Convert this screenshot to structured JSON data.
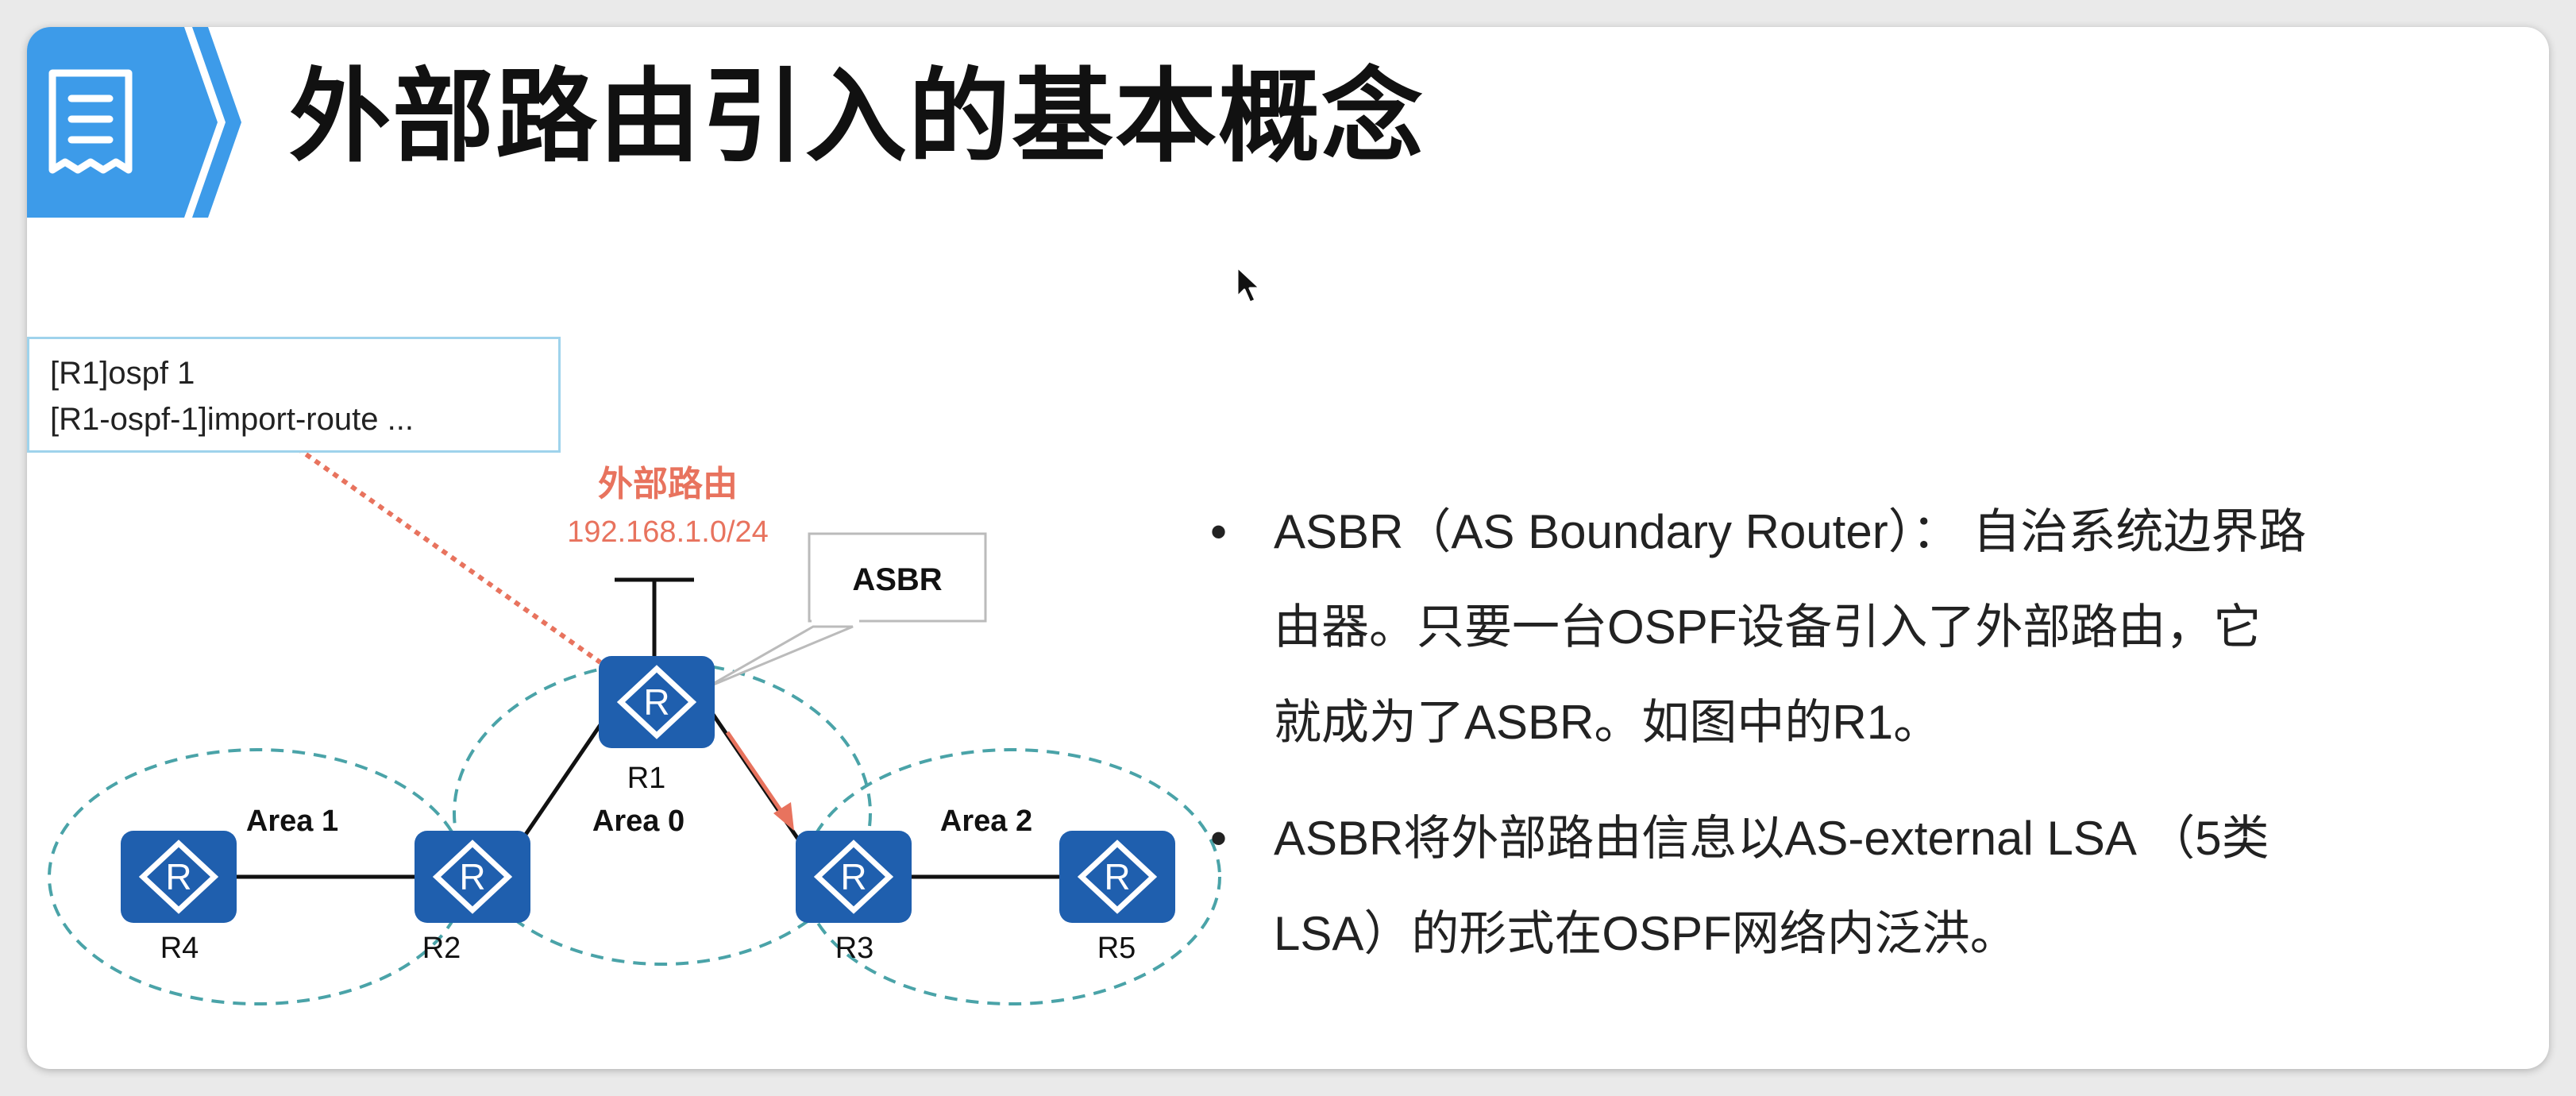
{
  "title": "外部路由引入的基本概念",
  "icons": {
    "badge": "document-icon",
    "cursor": "mouse-pointer-icon",
    "router": "router-icon"
  },
  "colors": {
    "accent_blue": "#3d9be9",
    "router_blue": "#1f5fae",
    "area_dash": "#4aa3a8",
    "external_red": "#e8735e",
    "cli_border": "#9fd3ec"
  },
  "cli": {
    "line1": "[R1]ospf 1",
    "line2": "[R1-ospf-1]import-route ..."
  },
  "diagram": {
    "external_label": "外部路由",
    "external_prefix": "192.168.1.0/24",
    "asbr_callout": "ASBR",
    "areas": [
      "Area 1",
      "Area 0",
      "Area 2"
    ],
    "routers": [
      "R1",
      "R2",
      "R3",
      "R4",
      "R5"
    ],
    "router_glyph": "R"
  },
  "bullets": [
    {
      "marker": "•",
      "lines": [
        "ASBR（AS Boundary Router）： 自治系统边界路",
        "由器。只要一台OSPF设备引入了外部路由，它",
        "就成为了ASBR。如图中的R1。"
      ]
    },
    {
      "marker": "•",
      "lines": [
        "ASBR将外部路由信息以AS-external  LSA （5类",
        "LSA）的形式在OSPF网络内泛洪。"
      ]
    }
  ]
}
